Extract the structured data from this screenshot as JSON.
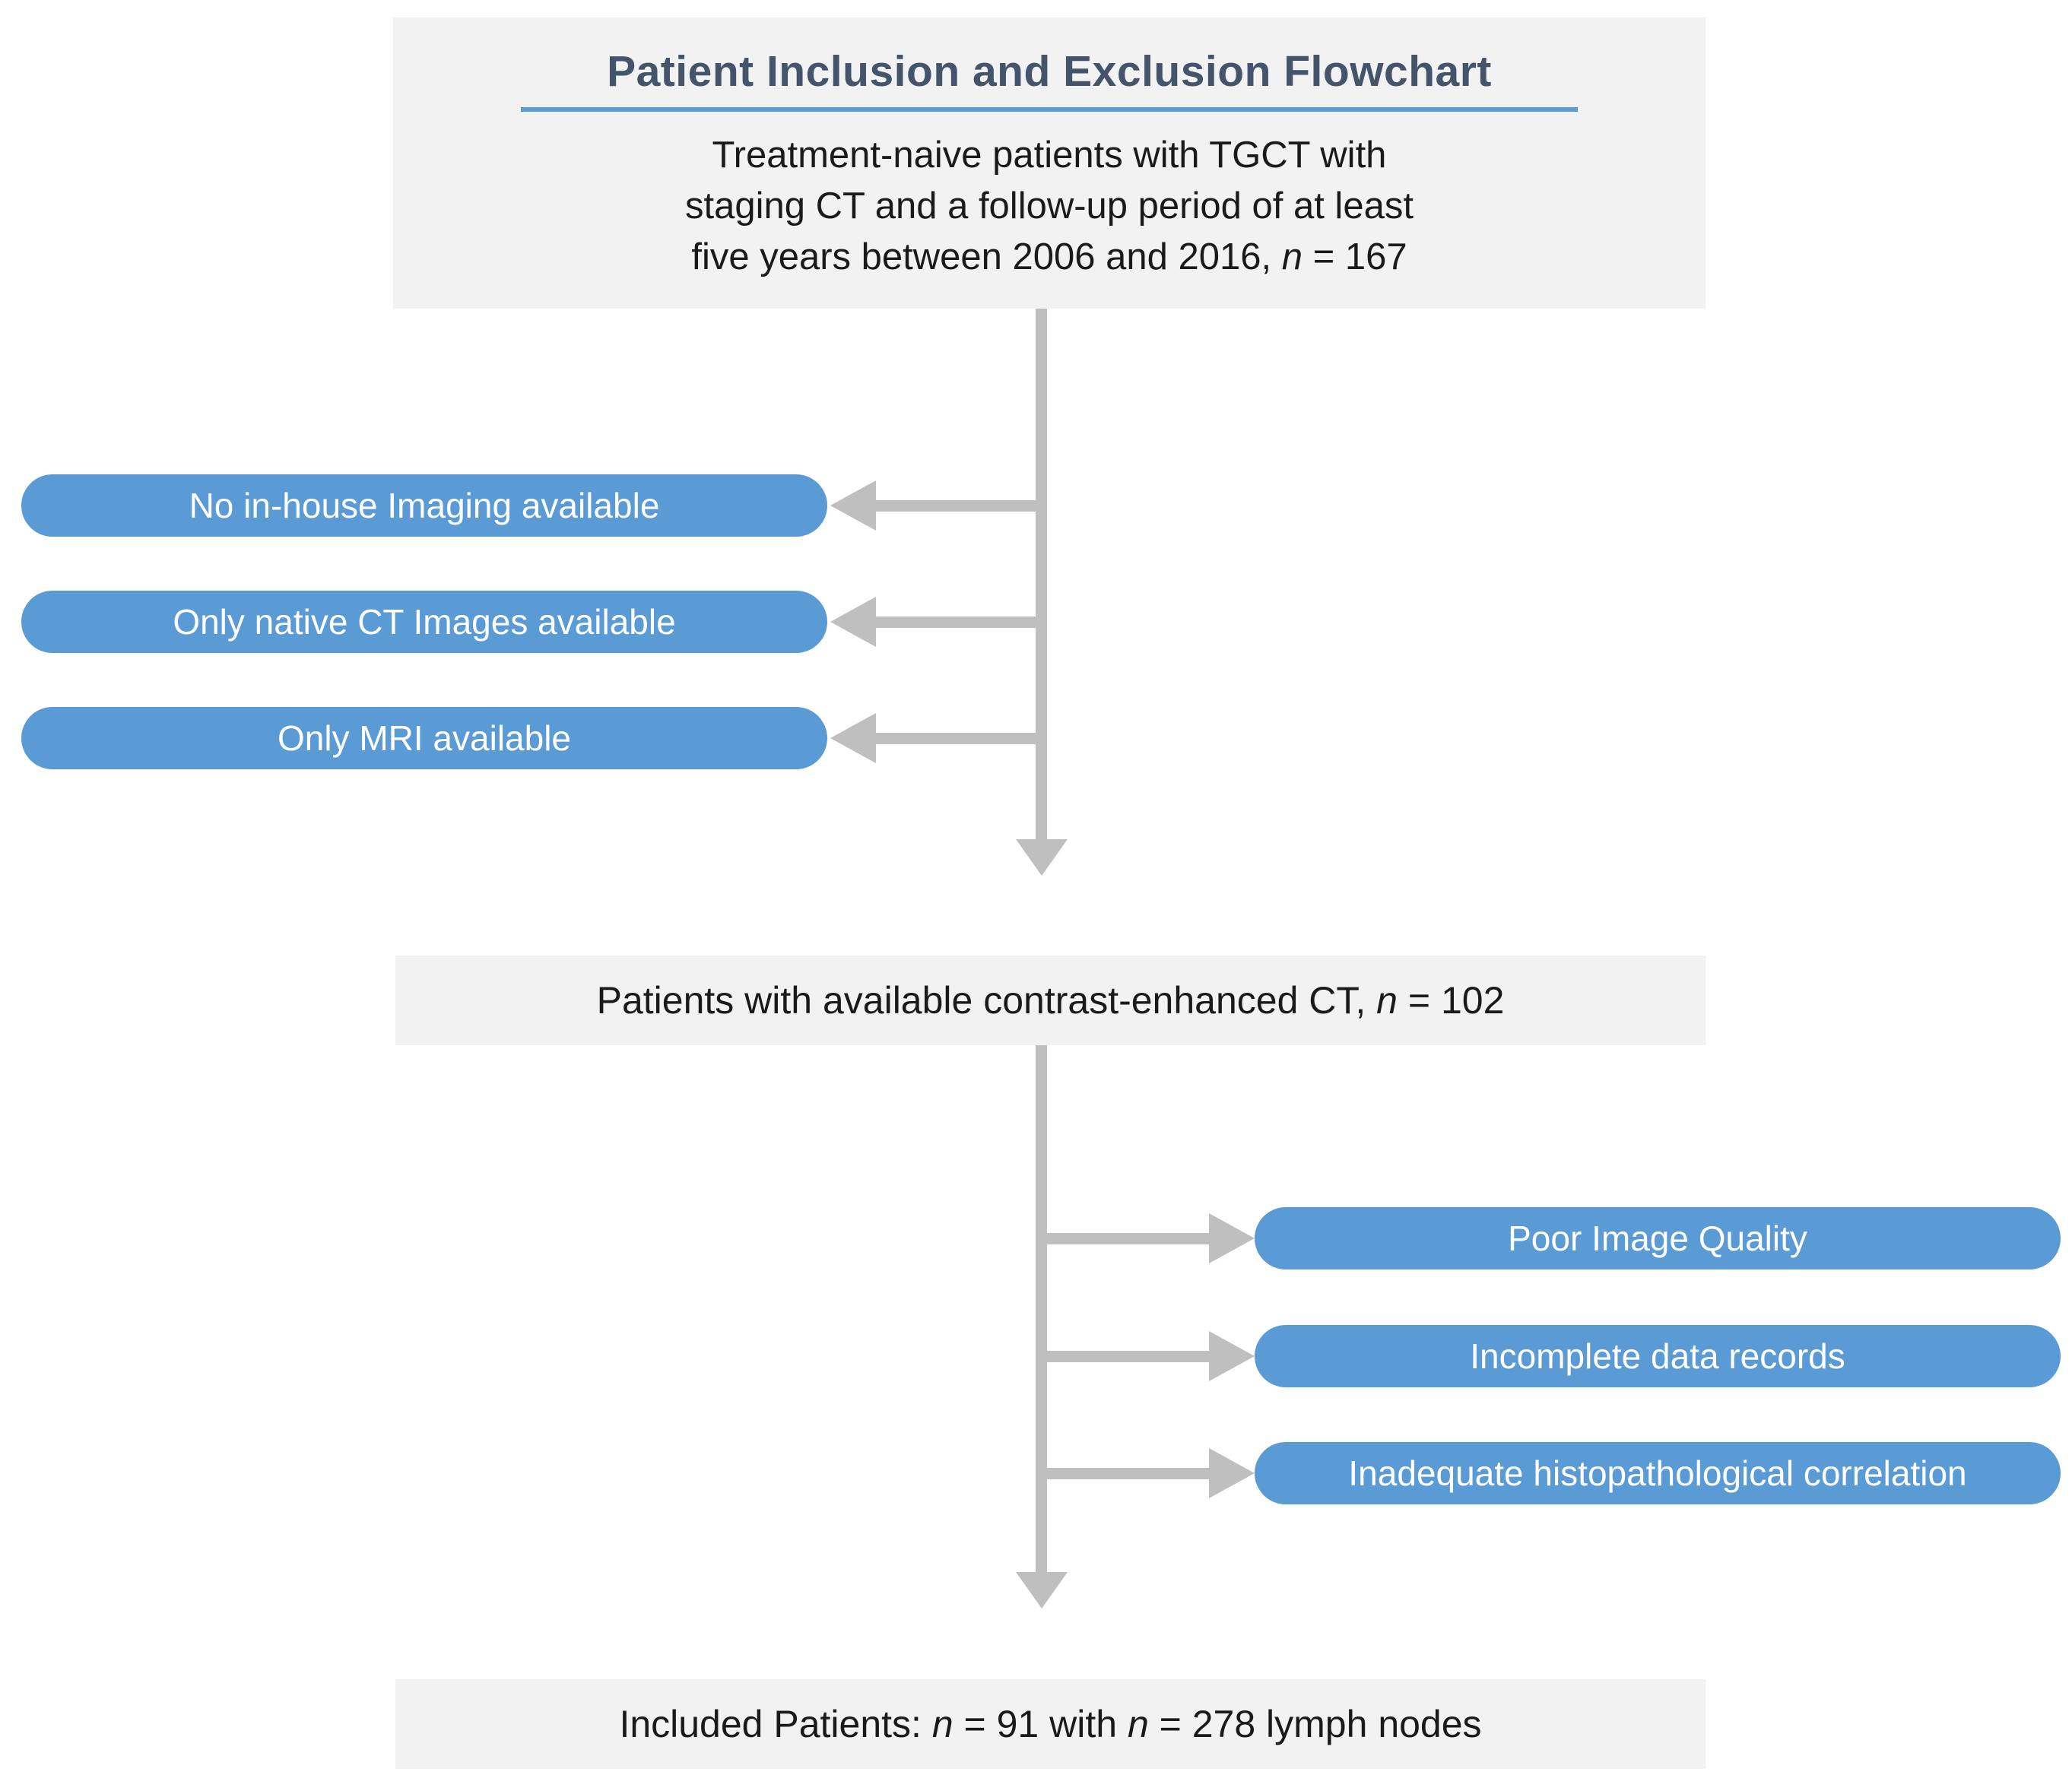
{
  "colors": {
    "box_gray": "#f2f2f2",
    "accent_blue": "#5b9bd5",
    "arrow_gray": "#bfbfbf",
    "title_navy": "#44546a",
    "pill_text": "#ffffff"
  },
  "header": {
    "title": "Patient Inclusion and Exclusion Flowchart",
    "subtitle_line1": "Treatment-naive patients with TGCT with",
    "subtitle_line2": "staging CT and a follow-up period of at least",
    "subtitle_line3_before": "five years between 2006 and 2016, ",
    "subtitle_line3_n": "n",
    "subtitle_line3_after": " = 167"
  },
  "left_exclusions": [
    {
      "label": "No in-house Imaging available"
    },
    {
      "label": "Only native CT Images available"
    },
    {
      "label": "Only MRI available"
    }
  ],
  "middle_box": {
    "text_before": "Patients with available contrast-enhanced CT, ",
    "n": "n",
    "text_after": " = 102"
  },
  "right_exclusions": [
    {
      "label": "Poor Image Quality"
    },
    {
      "label": "Incomplete data records"
    },
    {
      "label": "Inadequate histopathological correlation"
    }
  ],
  "bottom_box": {
    "text_before": "Included Patients: ",
    "n1": "n",
    "text_mid": " = 91 with ",
    "n2": "n",
    "text_after": " = 278 lymph nodes"
  }
}
